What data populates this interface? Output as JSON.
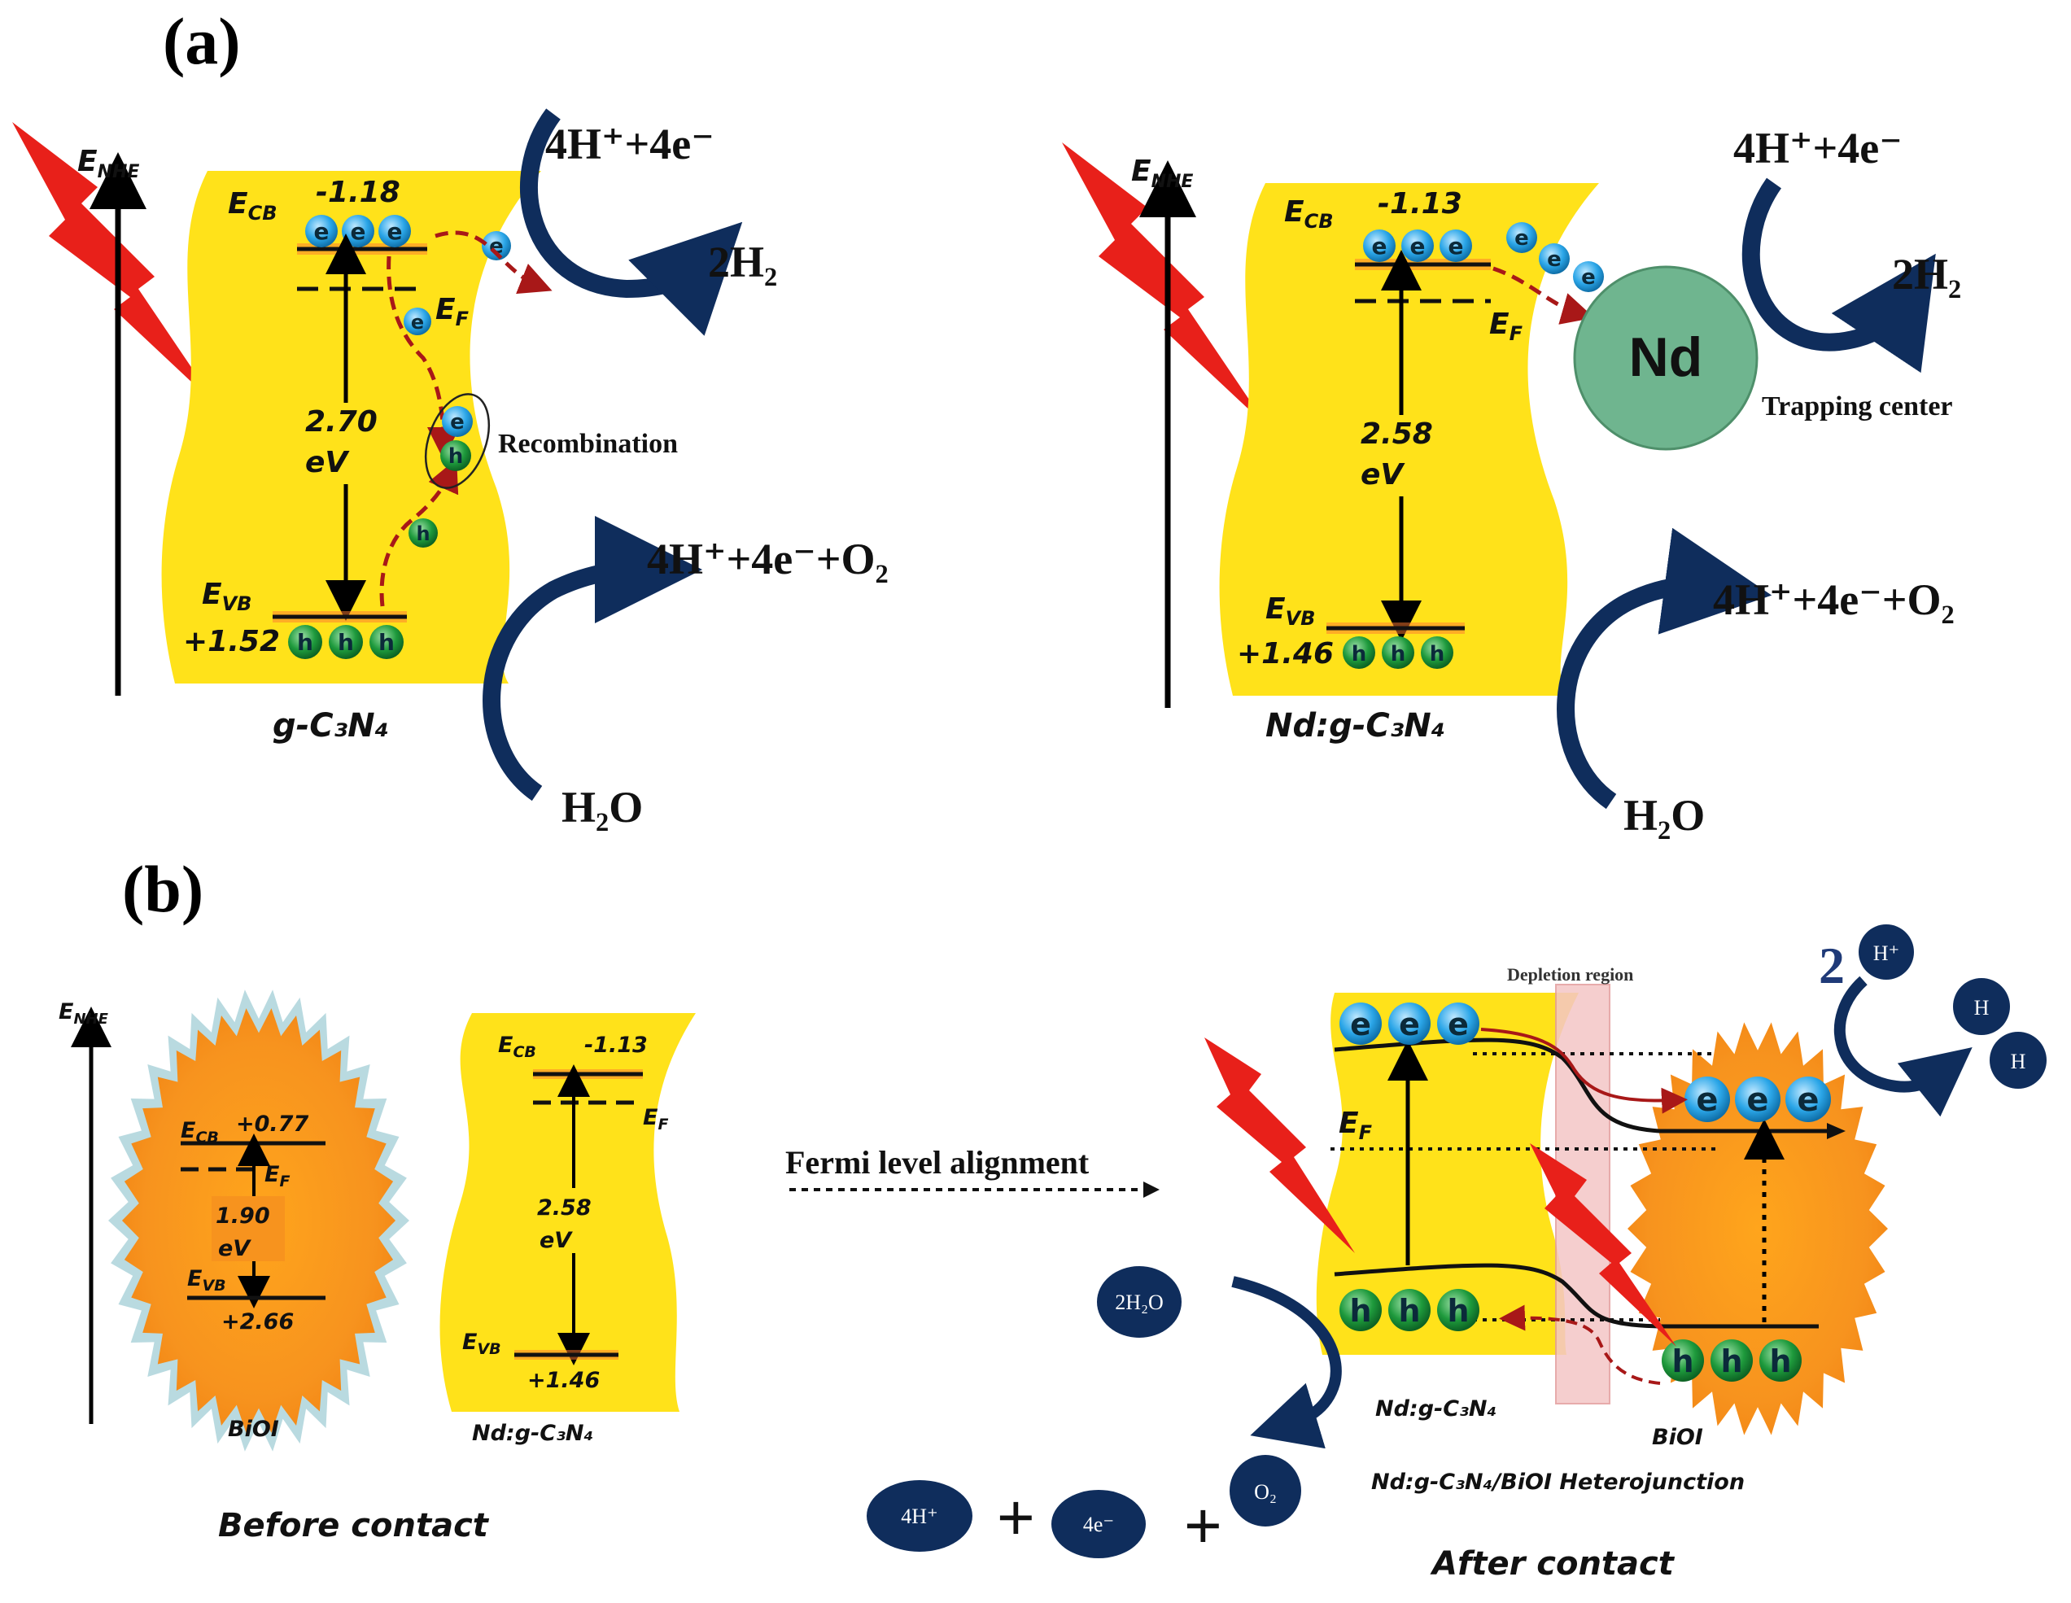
{
  "panels": {
    "a": "(a)",
    "b": "(b)"
  },
  "axis": {
    "label_main": "E",
    "label_sub": "NHE"
  },
  "carriers": {
    "electron": "e",
    "hole": "h"
  },
  "panel_a_left": {
    "ecb_main": "E",
    "ecb_sub": "CB",
    "ecb_value": "-1.18",
    "ef_main": "E",
    "ef_sub": "F",
    "gap_value": "2.70",
    "gap_unit": "eV",
    "evb_main": "E",
    "evb_sub": "VB",
    "evb_value": "+1.52",
    "material": "g-C₃N₄",
    "recombination_label": "Recombination",
    "reduction_in": "4H⁺+4e⁻",
    "reduction_out": "2H₂",
    "oxidation_in": "H₂O",
    "oxidation_out": "4H⁺+4e⁻+O₂"
  },
  "panel_a_right": {
    "ecb_main": "E",
    "ecb_sub": "CB",
    "ecb_value": "-1.13",
    "ef_main": "E",
    "ef_sub": "F",
    "gap_value": "2.58",
    "gap_unit": "eV",
    "evb_main": "E",
    "evb_sub": "VB",
    "evb_value": "+1.46",
    "material": "Nd:g-C₃N₄",
    "dopant": "Nd",
    "dopant_label": "Trapping center",
    "reduction_in": "4H⁺+4e⁻",
    "reduction_out": "2H₂",
    "oxidation_in": "H₂O",
    "oxidation_out": "4H⁺+4e⁻+O₂"
  },
  "panel_b_before": {
    "biol_ecb_value": "+0.77",
    "biol_gap_value": "1.90",
    "biol_gap_unit": "eV",
    "biol_evb_value": "+2.66",
    "biol_name": "BiOI",
    "nd_ecb_value": "-1.13",
    "nd_gap_value": "2.58",
    "nd_gap_unit": "eV",
    "nd_evb_value": "+1.46",
    "nd_name": "Nd:g-C₃N₄",
    "caption": "Before contact"
  },
  "panel_b_middle": {
    "alignment_label": "Fermi level alignment"
  },
  "panel_b_after": {
    "depletion_label": "Depletion region",
    "ef_main": "E",
    "ef_sub": "F",
    "nd_name": "Nd:g-C₃N₄",
    "biol_name": "BiOI",
    "heterojunction_label": "Nd:g-C₃N₄/BiOI Heterojunction",
    "caption": "After contact",
    "h_coefficient": "2",
    "h_plus": "H⁺",
    "h_atom_1": "H",
    "h_atom_2": "H",
    "water": "2H₂O",
    "product_4h": "4H⁺",
    "product_4e": "4e⁻",
    "product_o2": "O₂",
    "plus_sign": "+"
  },
  "colors": {
    "semiconductor_yellow": "#ffe21a",
    "biol_orange": "#f7931e",
    "electron_blue": "#2ba6e8",
    "hole_green": "#1e9a3c",
    "arrow_navy": "#0f2d5c",
    "flash_red": "#e8201a",
    "path_red": "#a81818",
    "nd_green": "#6fb58f",
    "depletion_pink": "#f4c6c6"
  }
}
